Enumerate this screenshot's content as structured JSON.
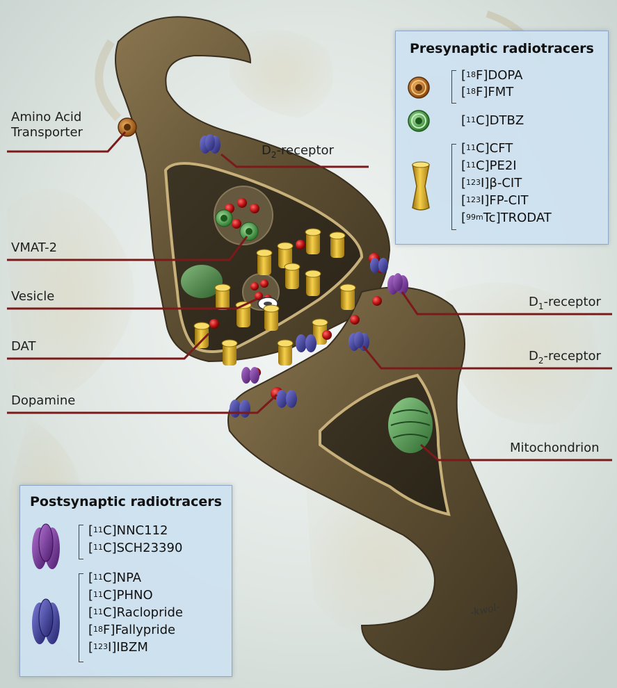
{
  "labels": {
    "amino_acid_transporter": "Amino Acid Transporter",
    "amino_acid_line1": "Amino Acid",
    "amino_acid_line2": "Transporter",
    "d2_receptor_top": "D",
    "d2_receptor_top_sub": "2",
    "d2_receptor_top_rest": "-receptor",
    "vmat2": "VMAT-2",
    "vesicle": "Vesicle",
    "dat": "DAT",
    "dopamine": "Dopamine",
    "d1_receptor": "D",
    "d1_receptor_sub": "1",
    "d1_receptor_rest": "-receptor",
    "d2_receptor_right": "D",
    "d2_receptor_right_sub": "2",
    "d2_receptor_right_rest": "-receptor",
    "mitochondrion": "Mitochondrion"
  },
  "presynaptic": {
    "title": "Presynaptic radiotracers",
    "groups": [
      {
        "icon": "orange-ring-icon",
        "tracers": [
          {
            "pre": "[",
            "sup": "18",
            "post": "F]DOPA"
          },
          {
            "pre": "[",
            "sup": "18",
            "post": "F]FMT"
          }
        ]
      },
      {
        "icon": "green-ring-icon",
        "tracers": [
          {
            "pre": "[",
            "sup": "11",
            "post": "C]DTBZ"
          }
        ]
      },
      {
        "icon": "yellow-transporter-icon",
        "tracers": [
          {
            "pre": "[",
            "sup": "11",
            "post": "C]CFT"
          },
          {
            "pre": "[",
            "sup": "11",
            "post": "C]PE2I"
          },
          {
            "pre": "[",
            "sup": "123",
            "post": "I]β-CIT"
          },
          {
            "pre": "[",
            "sup": "123",
            "post": "I]FP-CIT"
          },
          {
            "pre": "[",
            "sup": "99m",
            "post": "Tc]TRODAT"
          }
        ]
      }
    ]
  },
  "postsynaptic": {
    "title": "Postsynaptic radiotracers",
    "groups": [
      {
        "icon": "purple-receptor-icon",
        "tracers": [
          {
            "pre": "[",
            "sup": "11",
            "post": "C]NNC112"
          },
          {
            "pre": "[",
            "sup": "11",
            "post": "C]SCH23390"
          }
        ]
      },
      {
        "icon": "blue-receptor-icon",
        "tracers": [
          {
            "pre": "[",
            "sup": "11",
            "post": "C]NPA"
          },
          {
            "pre": "[",
            "sup": "11",
            "post": "C]PHNO"
          },
          {
            "pre": "[",
            "sup": "11",
            "post": "C]Raclopride"
          },
          {
            "pre": "[",
            "sup": "18",
            "post": "F]Fallypride"
          },
          {
            "pre": "[",
            "sup": "123",
            "post": "I]IBZM"
          }
        ]
      }
    ]
  },
  "signature": "-kwol-",
  "colors": {
    "neuron": "#6b5a3a",
    "leader_line": "#7a1a1a",
    "panel_bg": "#cfe1f0",
    "panel_border": "#8fa7c4",
    "dopamine": "#c01515",
    "dat": "#e0b020",
    "vmat": "#4caa4c",
    "d1": "#7a3aa0",
    "d2": "#3c3c9a"
  }
}
